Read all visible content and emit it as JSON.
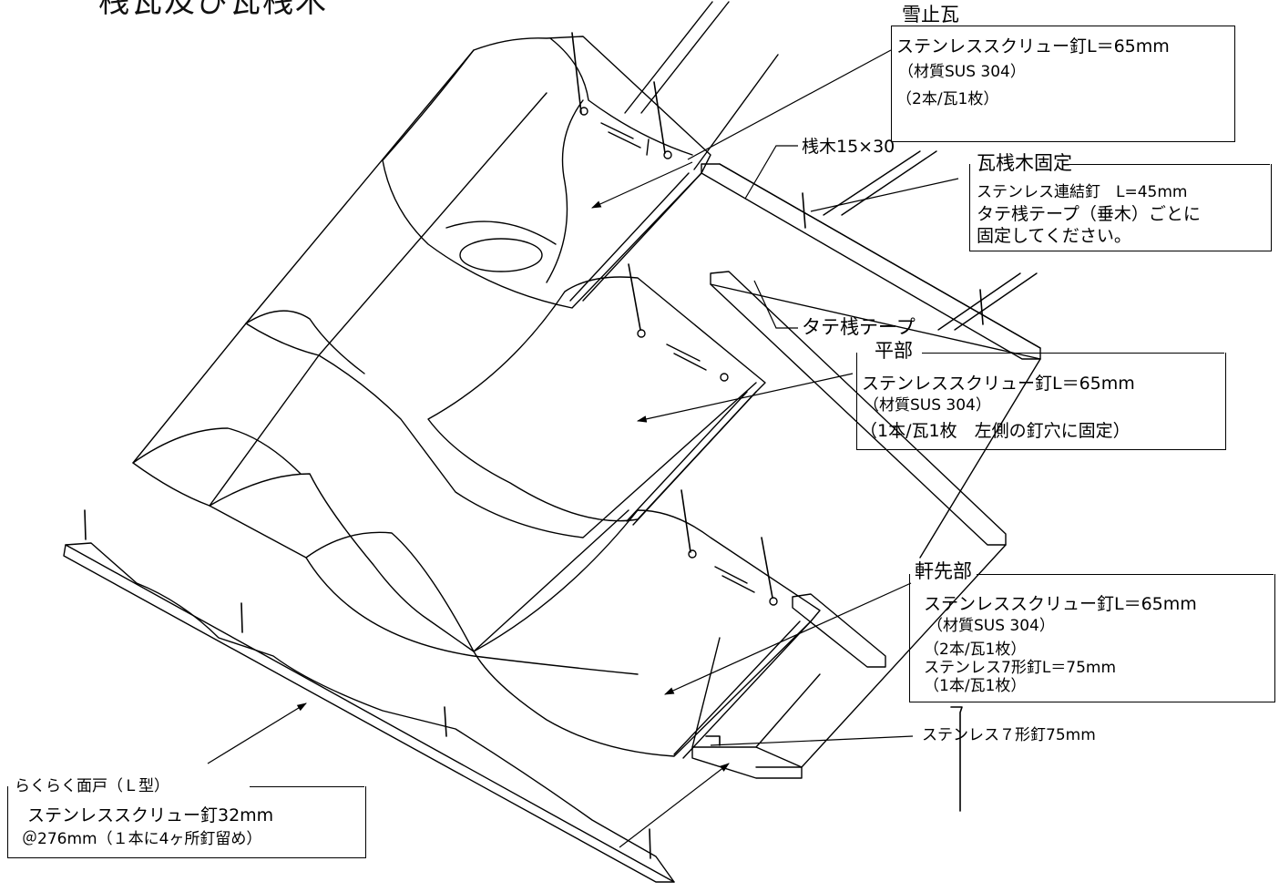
{
  "title": "桟瓦及び瓦桟木",
  "labels": {
    "snow": {
      "heading": "雪止瓦",
      "lines": [
        "ステンレススクリュー釘L＝65mm",
        "（材質SUS 304）",
        "（2本/瓦1枚）"
      ]
    },
    "batten": {
      "heading": "桟木15×30"
    },
    "batten_fix": {
      "heading": "瓦桟木固定",
      "lines": [
        "ステンレス連結釘　L=45mm",
        "タテ桟テープ（垂木）ごとに",
        "固定してください。"
      ]
    },
    "tate_tape": {
      "heading": "タテ桟テープ"
    },
    "flat": {
      "heading": "平部",
      "lines": [
        "ステンレススクリュー釘L＝65mm",
        "（材質SUS 304）",
        "（1本/瓦1枚　左側の釘穴に固定）"
      ]
    },
    "eaves": {
      "heading": "軒先部",
      "lines": [
        "ステンレススクリュー釘L＝65mm",
        "（材質SUS 304）",
        "（2本/瓦1枚）",
        "ステンレス7形釘L＝75mm",
        "（1本/瓦1枚）"
      ]
    },
    "seven_nail": {
      "heading": "ステンレス７形釘75mm"
    },
    "menndo": {
      "heading": "らくらく面戸（Ｌ型）",
      "lines": [
        "ステンレススクリュー釘32mm",
        "＠276mm（１本に4ヶ所釘留め）"
      ]
    }
  }
}
